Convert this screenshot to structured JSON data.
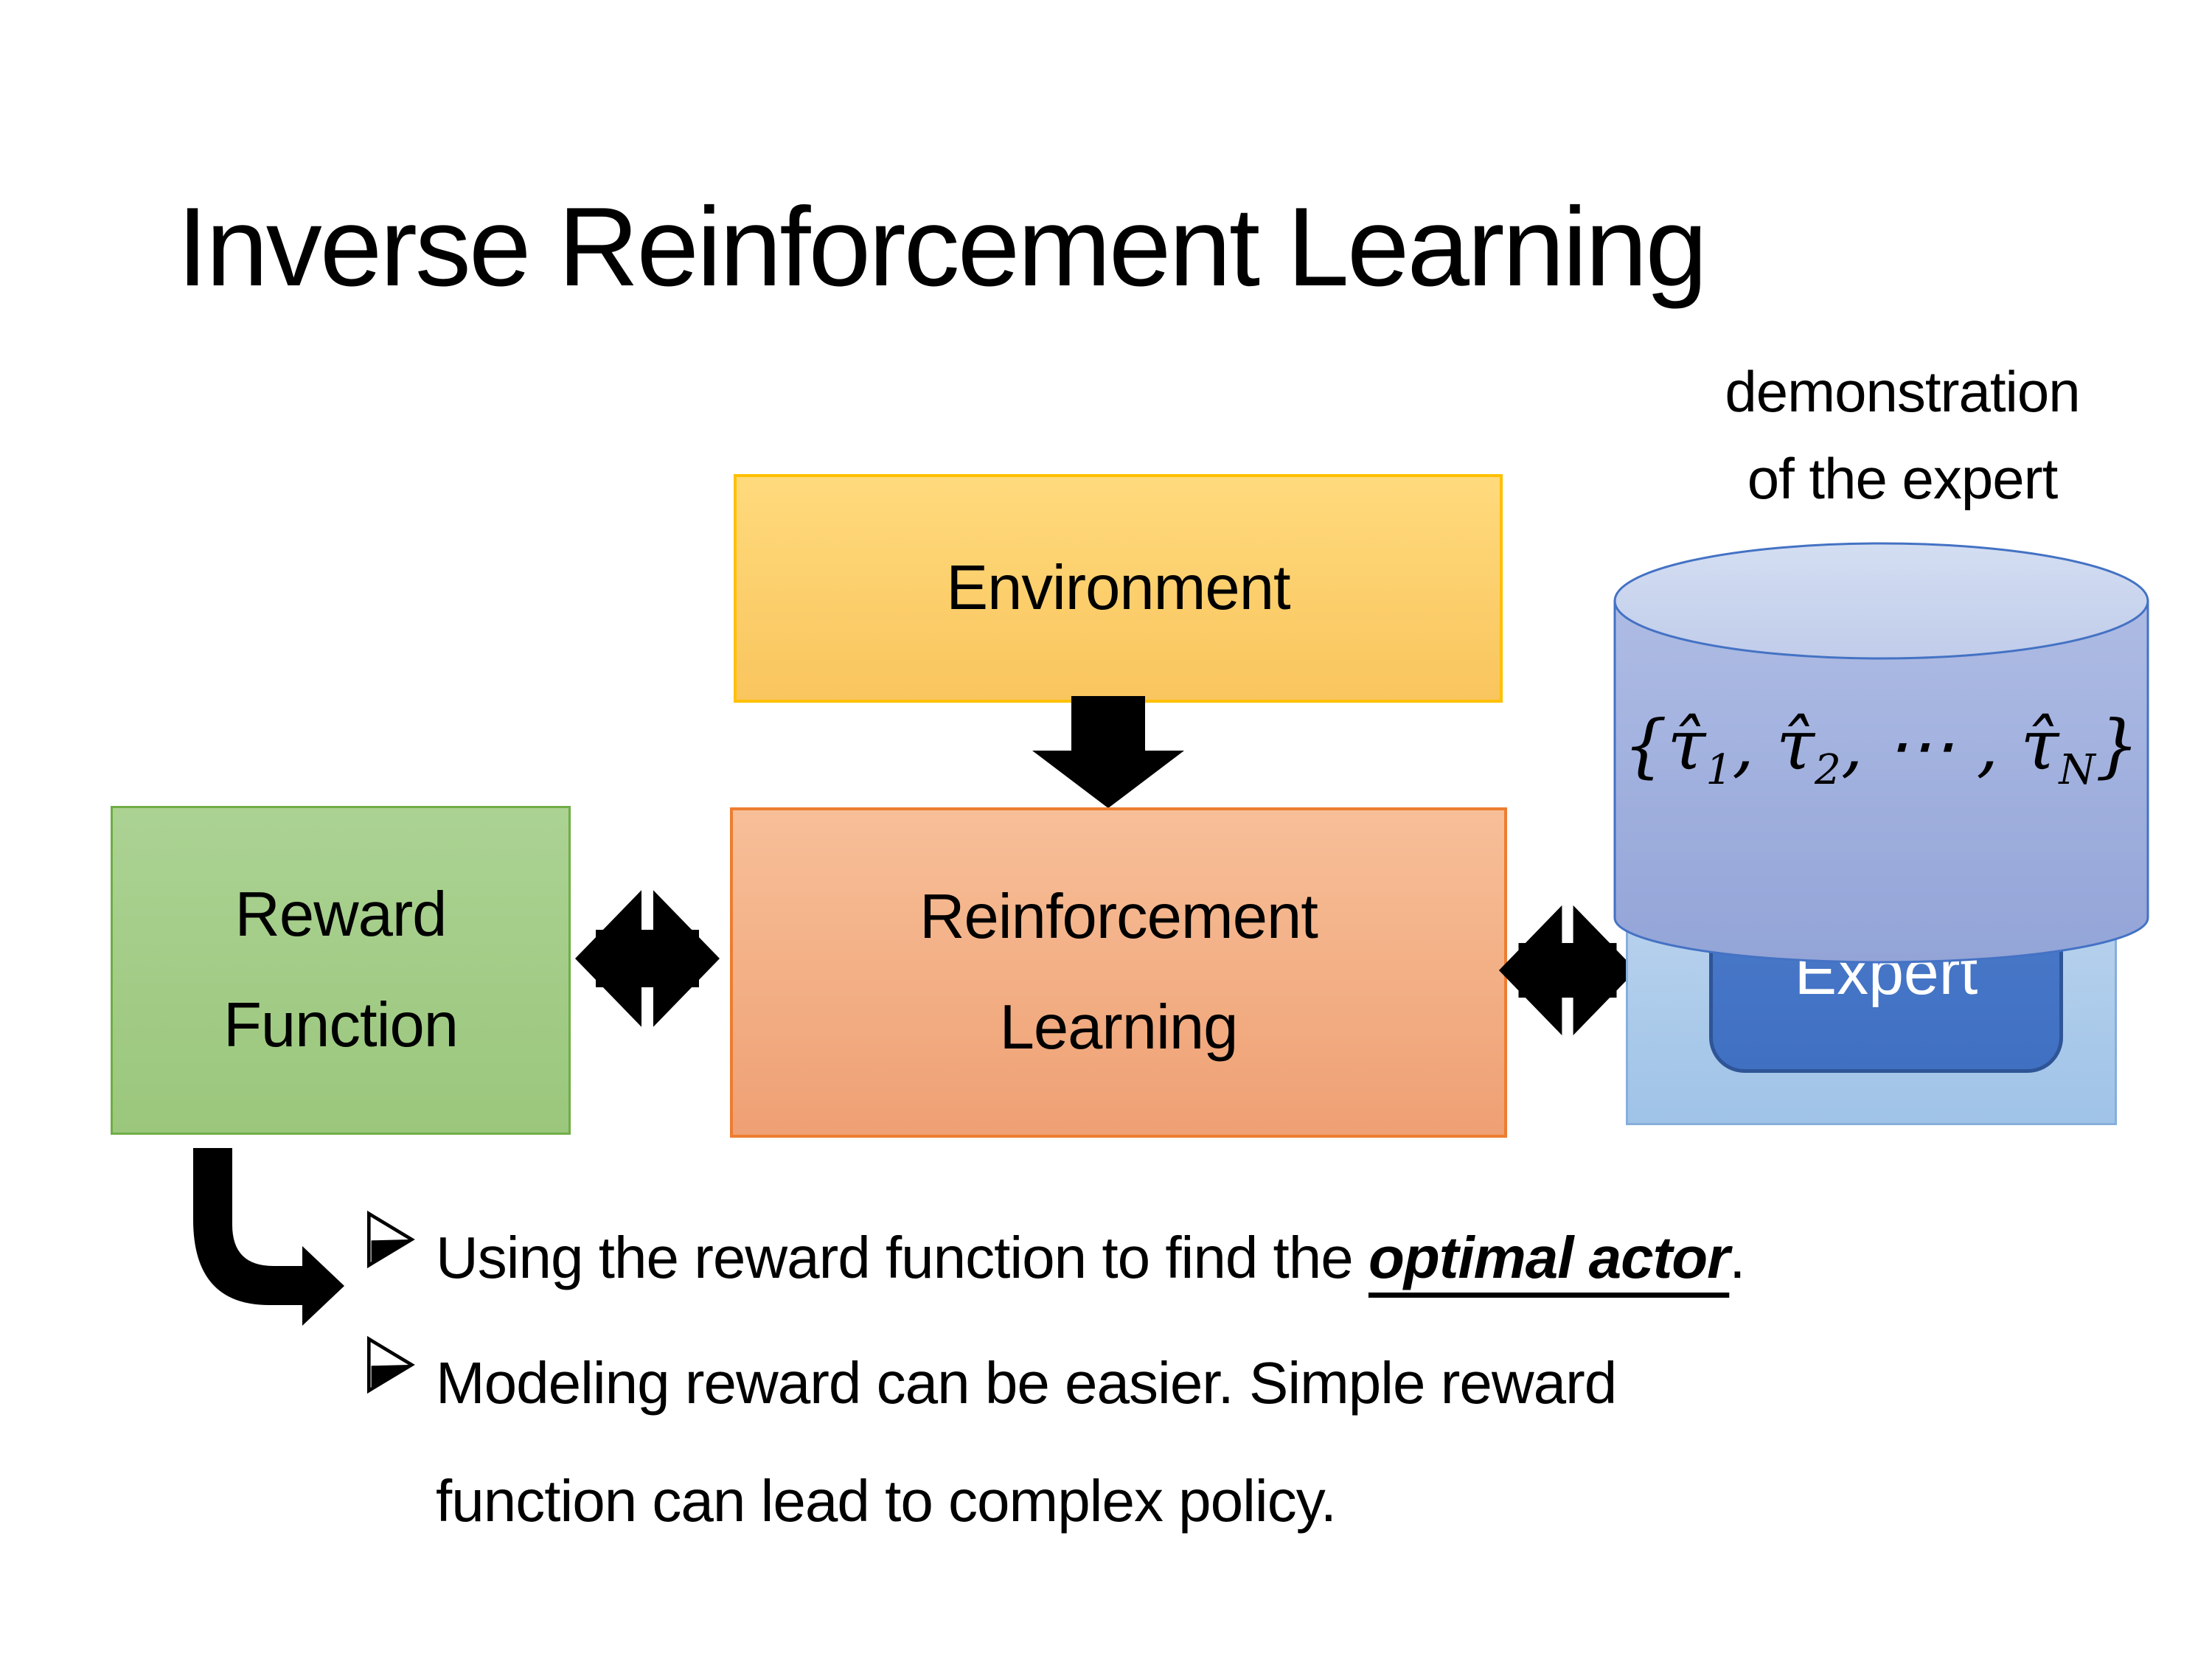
{
  "slide": {
    "title": "Inverse Reinforcement Learning"
  },
  "diagram": {
    "demo_caption_line1": "demonstration",
    "demo_caption_line2": "of the expert",
    "environment_label": "Environment",
    "reward_label_line1": "Reward",
    "reward_label_line2": "Function",
    "rl_label_line1": "Reinforcement",
    "rl_label_line2": "Learning",
    "expert_label": "Expert",
    "formula": {
      "open": "{",
      "tau": "τ̂",
      "sub1": "1",
      "sep1": ", ",
      "sub2": "2",
      "sep2": ", ⋯ , ",
      "subN": "N",
      "close": "}"
    }
  },
  "bullets": {
    "b1_prefix": "Using the reward function to find the ",
    "b1_emphasis": "optimal actor",
    "b1_suffix": ".",
    "b2_line1": "Modeling reward can be easier. Simple reward",
    "b2_line2": "function can lead to complex policy."
  },
  "colors": {
    "paper": "#FFFFFF",
    "ink": "#000000",
    "env_fill_top": "#FFDA7C",
    "env_fill_bottom": "#F9C55E",
    "env_border": "#FFC000",
    "green_fill_top": "#ABD293",
    "green_fill_bottom": "#9BC77C",
    "green_border": "#70AD47",
    "rl_fill_top": "#F7BF98",
    "rl_fill_bottom": "#EFA074",
    "rl_border": "#ED7D31",
    "cyl_top_fill": "#CBD7EF",
    "cyl_body_top": "#AEBCE4",
    "cyl_body_bottom": "#93A4D7",
    "cyl_border": "#4472C4",
    "expertbox_fill_top": "#C3D8F0",
    "expertbox_fill_bottom": "#9FC3E7",
    "expertbox_border": "#86AEDC",
    "expert_fill": "#4472C4",
    "expert_border": "#2F5597",
    "arrow_black": "#000000"
  }
}
